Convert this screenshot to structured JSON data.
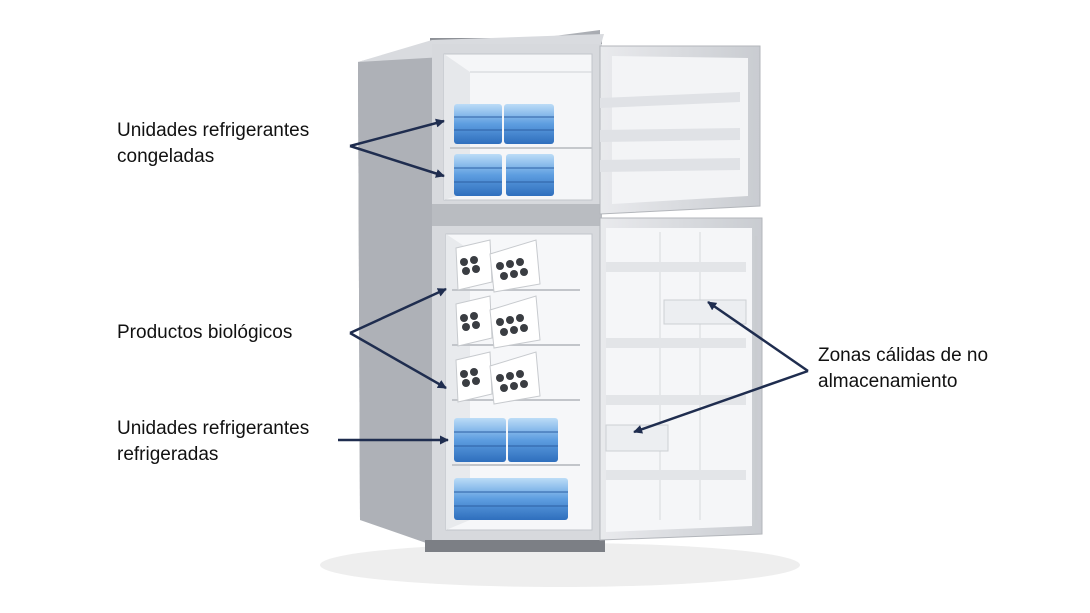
{
  "labels": {
    "frozen_packs": {
      "line1": "Unidades refrigerantes",
      "line2": "congeladas"
    },
    "biologics": {
      "line1": "Productos biológicos"
    },
    "chilled_packs": {
      "line1": "Unidades refrigerantes",
      "line2": "refrigeradas"
    },
    "warm_zones": {
      "line1": "Zonas cálidas de no",
      "line2": "almacenamiento"
    }
  },
  "colors": {
    "arrow": "#1f2d4f",
    "fridge_body": "#c9cbd0",
    "fridge_inner": "#f4f5f7",
    "cold_pack": "#4f8fd8",
    "cold_pack_light": "#a9cdf2"
  }
}
